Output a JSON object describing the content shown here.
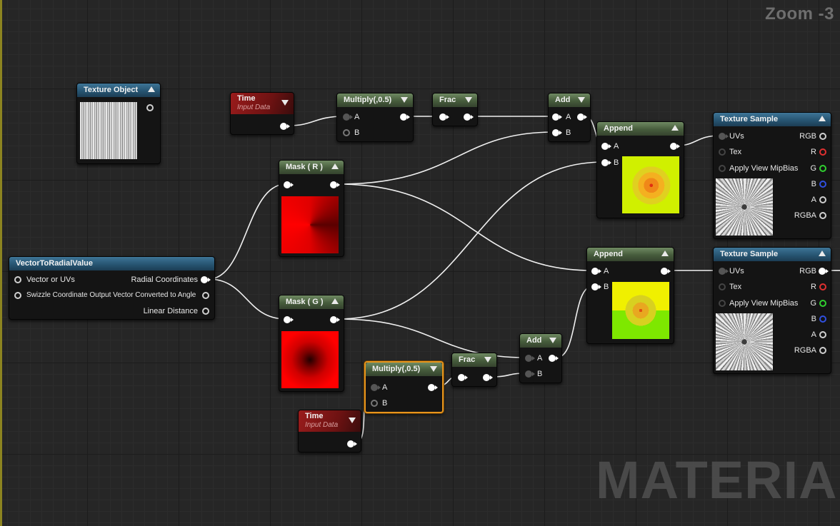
{
  "zoom_label": "Zoom -3",
  "watermark": "MATERIAL",
  "nodes": {
    "texture_object": {
      "title": "Texture Object"
    },
    "time_top": {
      "title": "Time",
      "subtitle": "Input Data"
    },
    "multiply_top": {
      "title": "Multiply(,0.5)",
      "pin_a": "A",
      "pin_b": "B"
    },
    "frac_top": {
      "title": "Frac"
    },
    "add_top": {
      "title": "Add",
      "pin_a": "A",
      "pin_b": "B"
    },
    "append_top": {
      "title": "Append",
      "pin_a": "A",
      "pin_b": "B"
    },
    "tex_sample_top": {
      "title": "Texture Sample",
      "inputs": [
        "UVs",
        "Tex",
        "Apply View MipBias"
      ],
      "outputs": [
        "RGB",
        "R",
        "G",
        "B",
        "A",
        "RGBA"
      ]
    },
    "mask_r": {
      "title": "Mask ( R )"
    },
    "vector_radial": {
      "title": "VectorToRadialValue",
      "inputs": [
        "Vector or UVs",
        "Swizzle Coordinate Output Vector Converted to Angle"
      ],
      "outputs": [
        "Radial Coordinates",
        "Linear Distance"
      ]
    },
    "mask_g": {
      "title": "Mask ( G )"
    },
    "append_bottom": {
      "title": "Append",
      "pin_a": "A",
      "pin_b": "B"
    },
    "tex_sample_bottom": {
      "title": "Texture Sample",
      "inputs": [
        "UVs",
        "Tex",
        "Apply View MipBias"
      ],
      "outputs": [
        "RGB",
        "R",
        "G",
        "B",
        "A",
        "RGBA"
      ]
    },
    "add_bottom": {
      "title": "Add",
      "pin_a": "A",
      "pin_b": "B"
    },
    "frac_bottom": {
      "title": "Frac"
    },
    "multiply_bottom": {
      "title": "Multiply(,0.5)",
      "pin_a": "A",
      "pin_b": "B",
      "selected": true
    },
    "time_bottom": {
      "title": "Time",
      "subtitle": "Input Data"
    }
  },
  "colors": {
    "background": "#262626",
    "header_math": "#465c3c",
    "header_texture": "#275572",
    "header_input": "#6e1212",
    "selection": "#e7941c",
    "wire": "#f0f0f0",
    "mask_r_preview": "#e00000",
    "append_preview": "#d0f000"
  }
}
